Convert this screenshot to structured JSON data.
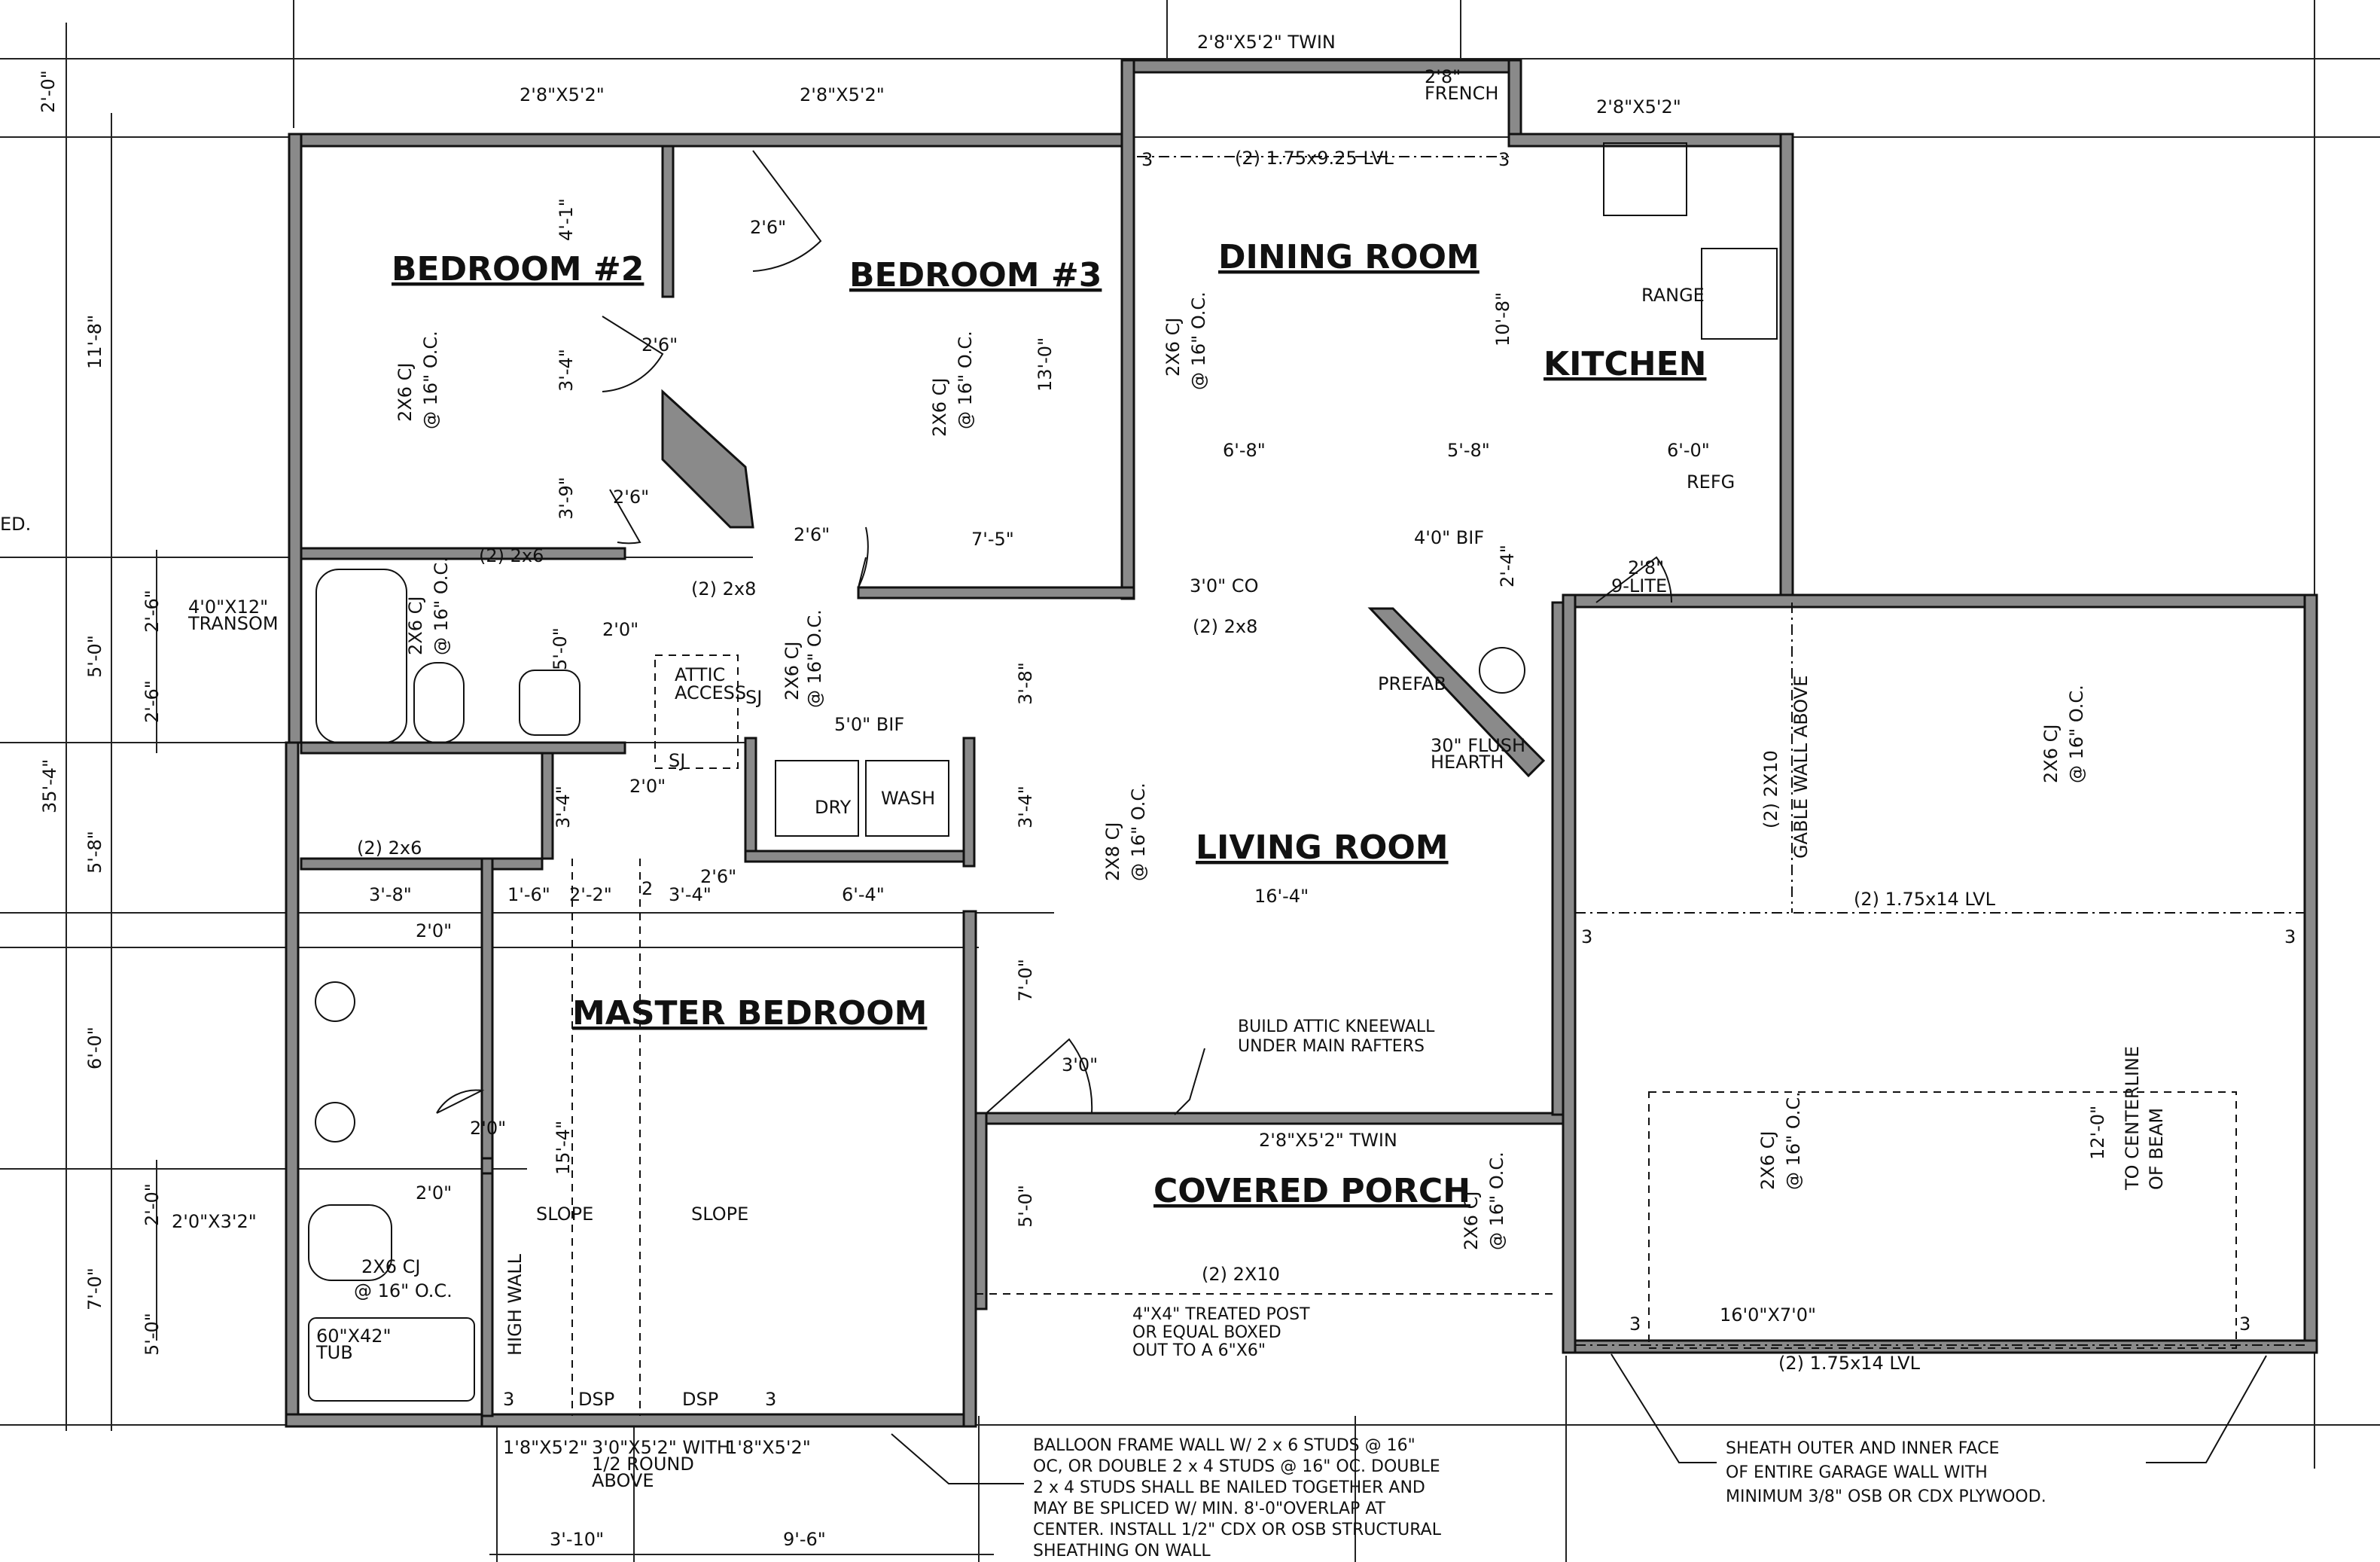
{
  "rooms": {
    "bedroom2": "BEDROOM #2",
    "bedroom3": "BEDROOM #3",
    "dining": "DINING ROOM",
    "kitchen": "KITCHEN",
    "living": "LIVING ROOM",
    "master": "MASTER BEDROOM",
    "porch": "COVERED PORCH"
  },
  "windows": {
    "twin_top": "2'8\"X5'2\" TWIN",
    "bed2": "2'8\"X5'2\"",
    "bed3": "2'8\"X5'2\"",
    "kitchen": "2'8\"X5'2\"",
    "french": "2'8\"",
    "french2": "FRENCH",
    "transom1": "4'0\"X12\"",
    "transom2": "TRANSOM",
    "bath2": "2'0\"X3'2\"",
    "porch_twin": "2'8\"X5'2\" TWIN",
    "master_left": "1'8\"X5'2\"",
    "master_mid1": "3'0\"X5'2\" WITH",
    "master_mid2": "1/2 ROUND",
    "master_mid3": "ABOVE",
    "master_right": "1'8\"X5'2\"",
    "garage_door": "16'0\"X7'0\""
  },
  "beams": {
    "lvl_dining": "(2) 1.75x9.25 LVL",
    "lvl_garage_mid": "(2) 1.75x14 LVL",
    "lvl_garage_bottom": "(2) 1.75x14 LVL",
    "hall_2x8": "(2) 2x8",
    "living_2x8": "(2) 2x8",
    "bath_2x6": "(2) 2x6",
    "bath_2x6_b": "(2) 2x6",
    "porch_2x10": "(2) 2X10",
    "gable1": "(2) 2X10",
    "gable2": "GABLE WALL ABOVE",
    "co": "3'0\" CO"
  },
  "joists": {
    "cj_2x6": "2X6 CJ",
    "cj_2x8": "2X8 CJ",
    "oc16": "@ 16\" O.C."
  },
  "doors": {
    "d26a": "2'6\"",
    "d26b": "2'6\"",
    "d26c": "2'6\"",
    "d26d": "2'6\"",
    "d26e": "2'6\"",
    "d20a": "2'0\"",
    "d20b": "2'0\"",
    "d20c": "2'0\"",
    "d20d": "2'0\"",
    "d20e": "2'0\"",
    "d30": "3'0\"",
    "bif40": "4'0\" BIF",
    "bif50": "5'0\" BIF",
    "lite1": "2'8\"",
    "lite2": "9-LITE"
  },
  "fixtures": {
    "range": "RANGE",
    "refg": "REFG",
    "dry": "DRY",
    "wash": "WASH",
    "attic1": "ATTIC",
    "attic2": "ACCESS",
    "sj1": "SJ",
    "sj2": "SJ",
    "prefab": "PREFAB",
    "hearth1": "30\" FLUSH",
    "hearth2": "HEARTH",
    "tub1": "60\"X42\"",
    "tub2": "TUB",
    "slope1": "SLOPE",
    "slope2": "SLOPE",
    "highwall": "HIGH WALL",
    "dsp1": "DSP",
    "dsp2": "DSP",
    "centerline1": "TO CENTERLINE",
    "centerline2": "OF BEAM",
    "ed": "ED."
  },
  "dims": {
    "left_2_0": "2'-0\"",
    "left_11_8": "11'-8\"",
    "left_5_0": "5'-0\"",
    "left_5_8": "5'-8\"",
    "left_6_0": "6'-0\"",
    "left_7_0": "7'-0\"",
    "left_35_4": "35'-4\"",
    "left_2_6a": "2'-6\"",
    "left_2_6b": "2'-6\"",
    "left_2_0b": "2'-0\"",
    "left_5_0b": "5'-0\"",
    "bed2_4_1": "4'-1\"",
    "bed2_3_4": "3'-4\"",
    "bed2_3_9": "3'-9\"",
    "bed3_13_0": "13'-0\"",
    "bed3_7_5": "7'-5\"",
    "dining_10_8": "10'-8\"",
    "dining_6_8": "6'-8\"",
    "dining_5_8": "5'-8\"",
    "kitchen_6_0": "6'-0\"",
    "bif_2_4": "2'-4\"",
    "bath_5_0": "5'-0\"",
    "living_3_8": "3'-8\"",
    "living_3_4": "3'-4\"",
    "living_16_4": "16'-4\"",
    "living_7_0": "7'-0\"",
    "porch_5_0": "5'-0\"",
    "hall_3_4": "3'-4\"",
    "hall_3_8": "3'-8\"",
    "hall_1_6": "1'-6\"",
    "hall_2_2": "2'-2\"",
    "hall_2": "2",
    "hall_3_4b": "3'-4\"",
    "hall_6_4": "6'-4\"",
    "master_15_4": "15'-4\"",
    "garage_12_0": "12'-0\"",
    "bottom_3_10": "3'-10\"",
    "bottom_9_6": "9'-6\""
  },
  "marks": {
    "m3": "3"
  },
  "notes": {
    "kneewall1": "BUILD ATTIC KNEEWALL",
    "kneewall2": "UNDER MAIN RAFTERS",
    "post1": "4\"X4\" TREATED POST",
    "post2": "OR EQUAL BOXED",
    "post3": "OUT TO A 6\"X6\"",
    "balloon1": "BALLOON FRAME WALL W/ 2 x 6 STUDS @ 16\"",
    "balloon2": "OC, OR DOUBLE 2 x 4 STUDS @ 16\" OC. DOUBLE",
    "balloon3": "2 x 4 STUDS SHALL BE NAILED TOGETHER AND",
    "balloon4": "MAY BE SPLICED W/ MIN. 8'-0\"OVERLAP AT",
    "balloon5": "CENTER. INSTALL 1/2\" CDX OR OSB STRUCTURAL",
    "balloon6": "SHEATHING ON WALL",
    "sheath1": "SHEATH OUTER AND INNER FACE",
    "sheath2": "OF ENTIRE GARAGE WALL WITH",
    "sheath3": "MINIMUM 3/8\" OSB OR CDX PLYWOOD."
  }
}
